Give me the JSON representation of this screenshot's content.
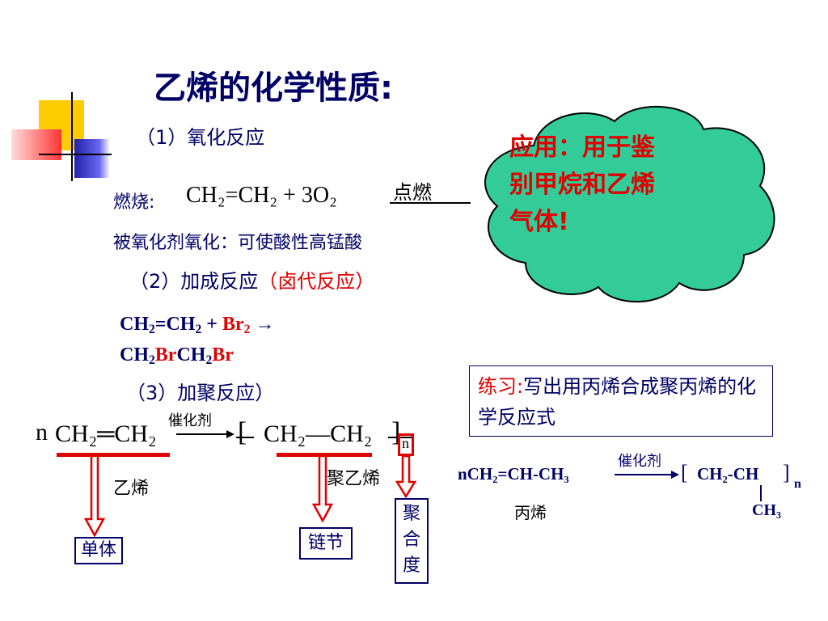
{
  "title": "乙烯的化学性质:",
  "sections": {
    "oxidation": "（1）氧化反应",
    "addition_prefix": "（2）加成反应",
    "addition_suffix": "（卤代反应）",
    "polymerization": "（3）加聚反应）"
  },
  "combustion": {
    "label": "燃烧:",
    "equation": "CH₂=CH₂ + 3O₂",
    "condition": "点燃"
  },
  "oxidizer_line": "被氧化剂氧化：可使酸性高锰酸",
  "cloud": {
    "line1": "应用：用于鉴",
    "line2": "别甲烷和乙烯",
    "line3": "气体!"
  },
  "bromine": {
    "reactant1_a": "CH",
    "reactant1_b": "=CH",
    "plus": "+",
    "br": "Br",
    "arrow": "→",
    "product_ch": "CH",
    "product_br1": "Br",
    "product_ch2": "CH",
    "product_br2": "Br",
    "sub2": "2"
  },
  "ethylene_poly": {
    "n": "n",
    "reactant": "CH₂═CH₂",
    "catalyst": "催化剂",
    "product": "CH₂—CH₂",
    "n_sub": "n",
    "label_ethylene": "乙烯",
    "label_polyethylene": "聚乙烯",
    "box_monomer": "单体",
    "box_chain": "链节",
    "box_degree": [
      "聚",
      "合",
      "度"
    ]
  },
  "practice": {
    "label": "练习:",
    "text": "写出用丙烯合成聚丙烯的化学反应式"
  },
  "propylene_poly": {
    "reactant": "nCH₂=CH-CH₃",
    "catalyst": "催化剂",
    "product": "CH₂-CH",
    "n_sub": "n",
    "branch": "CH₃",
    "label": "丙烯"
  },
  "colors": {
    "title": "#000066",
    "red": "#e00000",
    "cloud": "#33cc99",
    "decor_yellow": "#ffcc00",
    "decor_blue": "#3333cc",
    "decor_red": "#ff3333"
  }
}
